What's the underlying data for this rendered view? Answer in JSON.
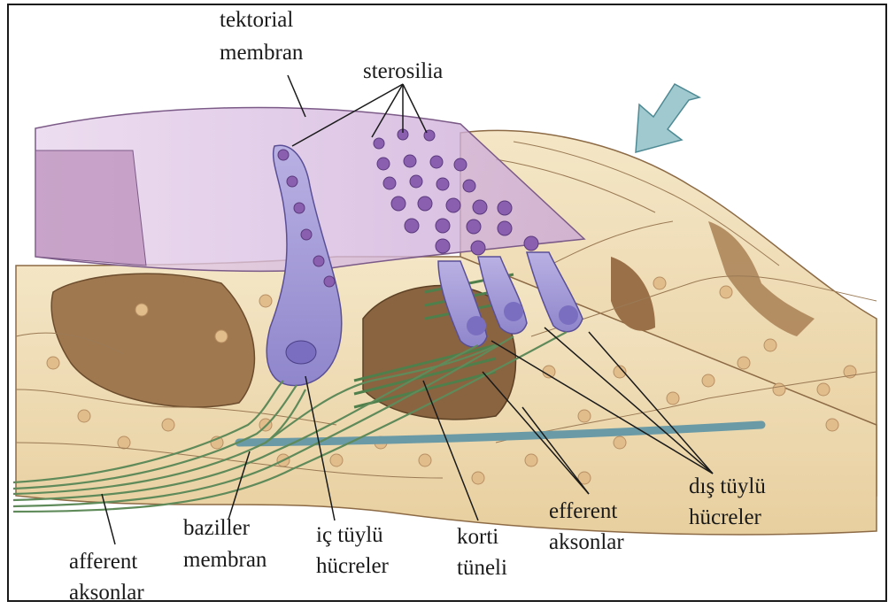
{
  "labels": {
    "tectorial_line1": "tektorial",
    "tectorial_line2": "membran",
    "stereocilia": "sterosilia",
    "outer_hair_line1": "dış tüylü",
    "outer_hair_line2": "hücreler",
    "efferent_line1": "efferent",
    "efferent_line2": "aksonlar",
    "corti_line1": "korti",
    "corti_line2": "tüneli",
    "inner_hair_line1": "iç tüylü",
    "inner_hair_line2": "hücreler",
    "basilar_line1": "baziller",
    "basilar_line2": "membran",
    "afferent_line1": "afferent",
    "afferent_line2": "aksonlar"
  },
  "colors": {
    "tectorial": "#c9a6d6",
    "hair_cell": "#a8a0d8",
    "tissue": "#efdcb5",
    "tissue_cell_nucleus": "#e5c08f",
    "nerve": "#5f8a5a",
    "basilar": "#6a9aa6",
    "arrow": "#9fc9cf"
  },
  "icons": {
    "direction_arrow": "arrow-down-left-icon"
  }
}
